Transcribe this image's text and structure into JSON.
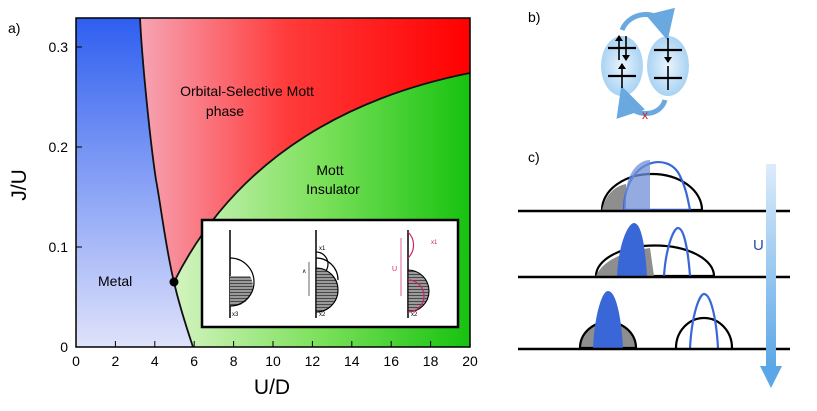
{
  "panel_labels": {
    "a": "a)",
    "b": "b)",
    "c": "c)"
  },
  "phase_diagram": {
    "x_axis_label": "U/D",
    "y_axis_label": "J/U",
    "x_ticks": [
      "0",
      "2",
      "4",
      "6",
      "8",
      "10",
      "12",
      "14",
      "16",
      "18",
      "20"
    ],
    "y_ticks": [
      "0",
      "0.1",
      "0.2",
      "0.3"
    ],
    "regions": {
      "metal": "Metal",
      "osmp_line1": "Orbital-Selective Mott",
      "osmp_line2": "phase",
      "mott_line1": "Mott",
      "mott_line2": "Insulator"
    },
    "colors": {
      "metal": "#3a6cf0",
      "osmp": "#ff1a1a",
      "mott": "#22c81e"
    },
    "inset_labels": {
      "a_bottom": "x3",
      "b_top": "x1",
      "b_bottom": "x2",
      "b_gap": "∧",
      "c_top": "x1",
      "c_gap": "U",
      "c_bottom": "x2"
    }
  },
  "hopping_schematic": {
    "blocked_mark": "x"
  },
  "spectra": {
    "arrow_label": "U"
  }
}
